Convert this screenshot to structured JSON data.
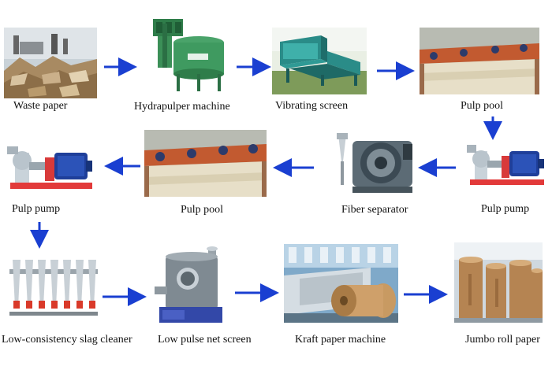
{
  "steps": [
    {
      "id": "waste-paper",
      "label": "Waste paper",
      "icon": "waste-paper-pile-photo"
    },
    {
      "id": "hydrapulper",
      "label": "Hydrapulper machine",
      "icon": "hydrapulper-photo"
    },
    {
      "id": "vibrating-screen",
      "label": "Vibrating screen",
      "icon": "vibrating-screen-photo"
    },
    {
      "id": "pulp-pool-1",
      "label": "Pulp pool",
      "icon": "pulp-pool-photo"
    },
    {
      "id": "pulp-pump-1",
      "label": "Pulp pump",
      "icon": "pulp-pump-photo"
    },
    {
      "id": "fiber-separator",
      "label": "Fiber separator",
      "icon": "fiber-separator-photo"
    },
    {
      "id": "pulp-pool-2",
      "label": "Pulp pool",
      "icon": "pulp-pool-photo"
    },
    {
      "id": "pulp-pump-2",
      "label": "Pulp pump",
      "icon": "pulp-pump-photo"
    },
    {
      "id": "slag-cleaner",
      "label": "Low-consistency slag cleaner",
      "icon": "slag-cleaner-photo"
    },
    {
      "id": "pulse-screen",
      "label": "Low pulse net screen",
      "icon": "pulse-screen-photo"
    },
    {
      "id": "kraft-machine",
      "label": "Kraft paper machine",
      "icon": "kraft-paper-machine-photo"
    },
    {
      "id": "jumbo-roll",
      "label": "Jumbo roll paper",
      "icon": "jumbo-roll-photo"
    }
  ],
  "colors": {
    "arrow": "#1a3fd1",
    "label": "#111111"
  }
}
